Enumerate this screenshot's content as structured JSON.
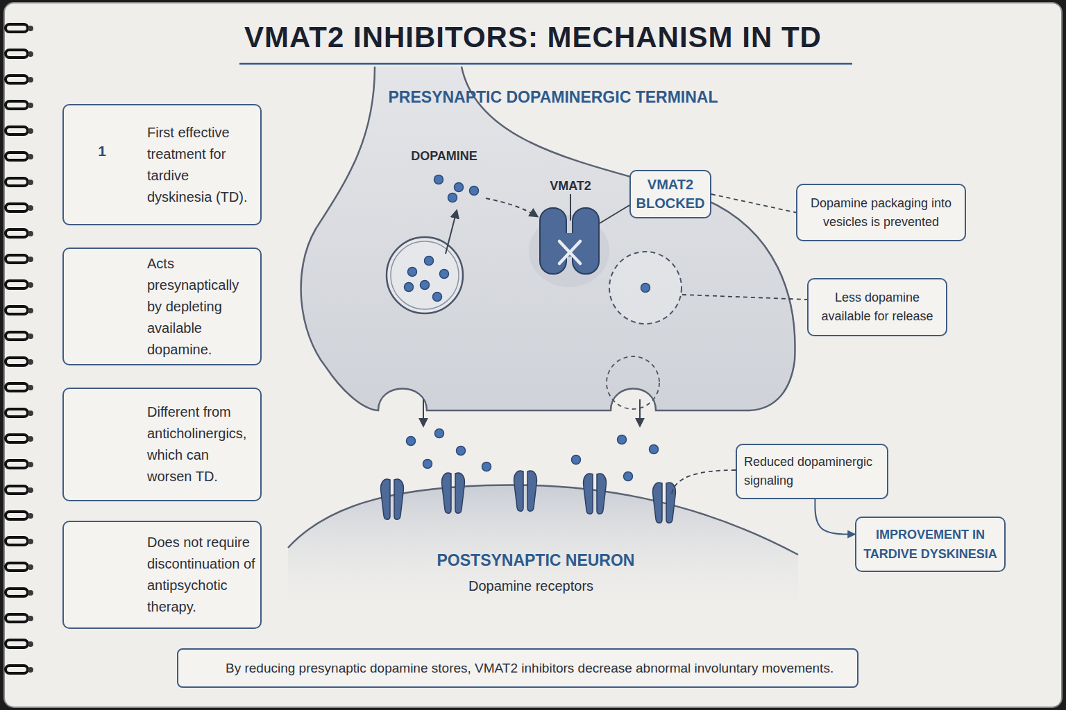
{
  "diagram": {
    "title": "VMAT2 INHIBITORS: MECHANISM IN TD",
    "caption": "By reducing presynaptic dopamine stores, VMAT2 inhibitors decrease abnormal involuntary movements.",
    "nodes": [
      {
        "text": [
          "First effective treatment for tardive dyskinesia (TD)."
        ]
      },
      {
        "text": [
          "Acts presynaptically by depleting available dopamine."
        ]
      },
      {
        "text": [
          "Different from anticholinergics, which can worsen TD."
        ]
      },
      {
        "text": [
          "Does not require discontinuation of antipsychotic therapy."
        ]
      },
      {
        "text": [
          "VMAT2 BLOCKED"
        ]
      },
      {
        "text": [
          "Dopamine packaging into vesicles is prevented"
        ]
      },
      {
        "text": [
          "Less dopamine available for release"
        ]
      },
      {
        "text": [
          "Reduced dopaminergic signaling"
        ]
      },
      {
        "text": [
          "IMPROVEMENT IN TARDIVE DYSKINESIA"
        ]
      }
    ],
    "edges": [
      {
        "from": 4,
        "to": 5,
        "arrow": "none"
      },
      {
        "from": 7,
        "to": 8,
        "arrow": "to"
      }
    ],
    "labels": [
      "PRESYNAPTIC DOPAMINERGIC TERMINAL",
      "DOPAMINE",
      "VMAT2",
      "POSTSYNAPTIC NEURON",
      "Dopamine receptors",
      "1"
    ]
  }
}
